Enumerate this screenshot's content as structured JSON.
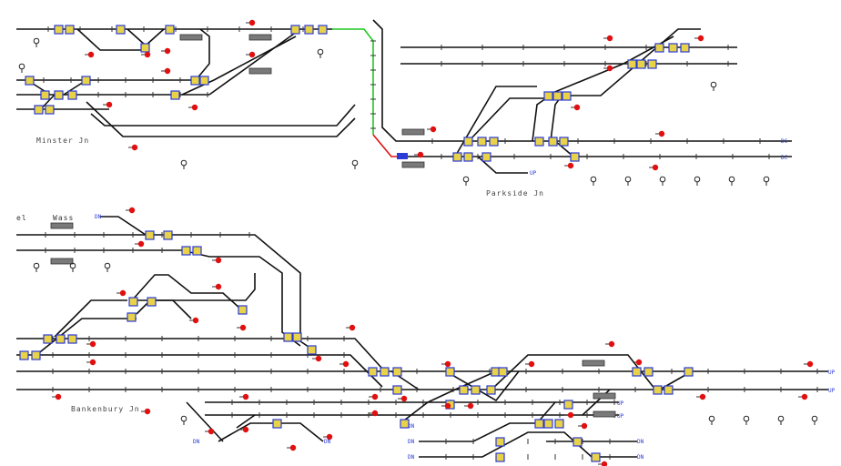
{
  "labels": {
    "station_a": "Minster Jn",
    "station_b": "Parkside Jn",
    "station_c": "Bankenbury Jn",
    "box_top_left": "Wass",
    "marker_left": "el"
  },
  "colors": {
    "track": "#111111",
    "track_set_green": "#1ec81e",
    "track_set_red": "#e01010",
    "signal": "#e01010",
    "point": "#e8d24a",
    "point_border": "#2a3bd6",
    "platform": "#777777"
  },
  "terminals": [
    {
      "text": "DC"
    },
    {
      "text": "DC"
    },
    {
      "text": "UP"
    },
    {
      "text": "UP"
    },
    {
      "text": "UP"
    },
    {
      "text": "UP"
    },
    {
      "text": "UP"
    },
    {
      "text": "DN"
    },
    {
      "text": "DN"
    },
    {
      "text": "DN"
    },
    {
      "text": "DN"
    },
    {
      "text": "DN"
    },
    {
      "text": "DN"
    },
    {
      "text": "DN"
    },
    {
      "text": "DN"
    }
  ],
  "icons": {
    "signal": "signal-lamp-icon",
    "point": "point-lever-icon",
    "detector": "track-circuit-icon"
  }
}
